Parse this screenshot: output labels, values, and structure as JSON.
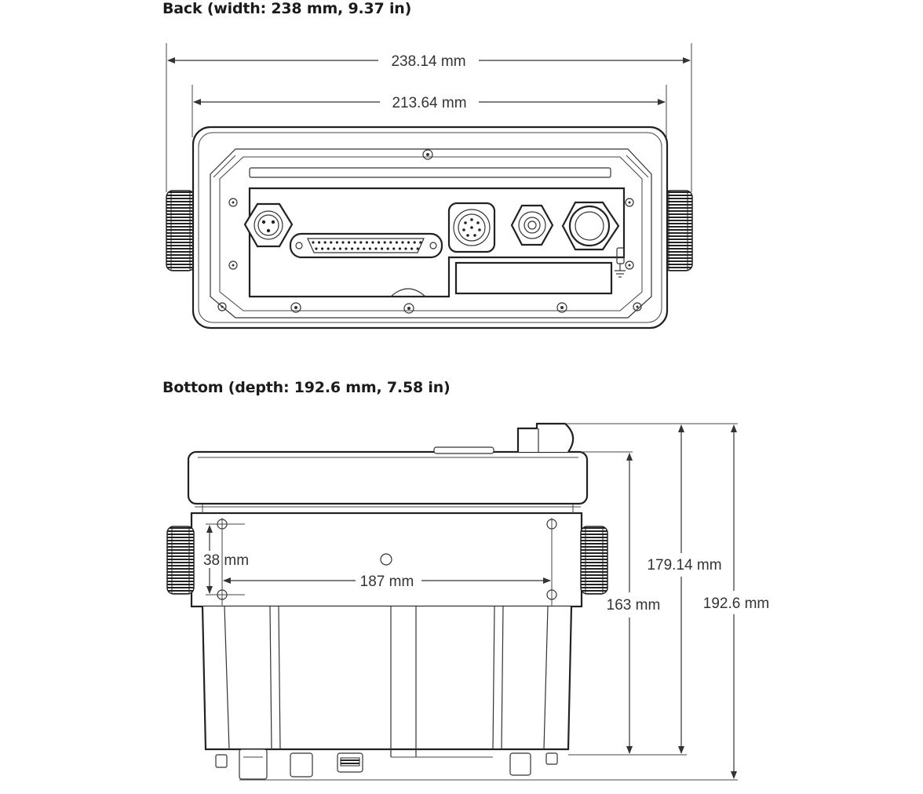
{
  "headings": {
    "back": "Back (width: 238 mm, 9.37 in)",
    "bottom": "Bottom (depth: 192.6 mm, 7.58 in)"
  },
  "dimensions": {
    "back_overall_width": "238.14 mm",
    "back_bezel_width": "213.64 mm",
    "bottom_hole_vertical": "38 mm",
    "bottom_hole_horizontal": "187 mm",
    "bottom_body_depth": "163 mm",
    "bottom_front_depth": "179.14 mm",
    "bottom_total_depth": "192.6 mm"
  }
}
